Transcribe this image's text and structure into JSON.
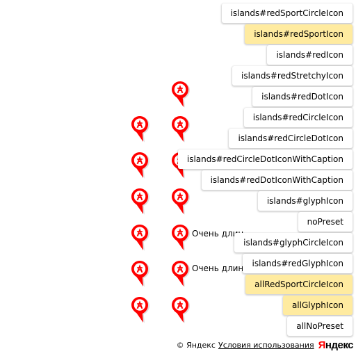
{
  "controls": [
    {
      "label": "islands#redSportCircleIcon",
      "selected": false
    },
    {
      "label": "islands#redSportIcon",
      "selected": true
    },
    {
      "label": "islands#redIcon",
      "selected": false
    },
    {
      "label": "islands#redStretchyIcon",
      "selected": false
    },
    {
      "label": "islands#redDotIcon",
      "selected": false
    },
    {
      "label": "islands#redCircleIcon",
      "selected": false
    },
    {
      "label": "islands#redCircleDotIcon",
      "selected": false
    },
    {
      "label": "islands#redCircleDotIconWithCaption",
      "selected": false
    },
    {
      "label": "islands#redDotIconWithCaption",
      "selected": false
    },
    {
      "label": "islands#glyphIcon",
      "selected": false
    },
    {
      "label": "noPreset",
      "selected": false
    },
    {
      "label": "islands#glyphCircleIcon",
      "selected": false
    },
    {
      "label": "islands#redGlyphIcon",
      "selected": false
    },
    {
      "label": "allRedSportCircleIcon",
      "selected": true
    },
    {
      "label": "allGlyphIcon",
      "selected": true
    },
    {
      "label": "allNoPreset",
      "selected": false
    }
  ],
  "placemarks": {
    "icon": "sport-marker-icon",
    "glyph_letter": "A",
    "color": "#ff0000",
    "captions": [
      "Очень длинный, но невероятно интересный текст",
      "Очень длинный, но невероятно интересный текст"
    ]
  },
  "copyrights": {
    "text": "© Яндекс",
    "terms": "Условия использования",
    "logo_first": "Я",
    "logo_rest": "ндекс"
  },
  "colors": {
    "selected_bg": "#ffeba0",
    "button_bg": "#ffffff",
    "marker": "#ff0000"
  }
}
